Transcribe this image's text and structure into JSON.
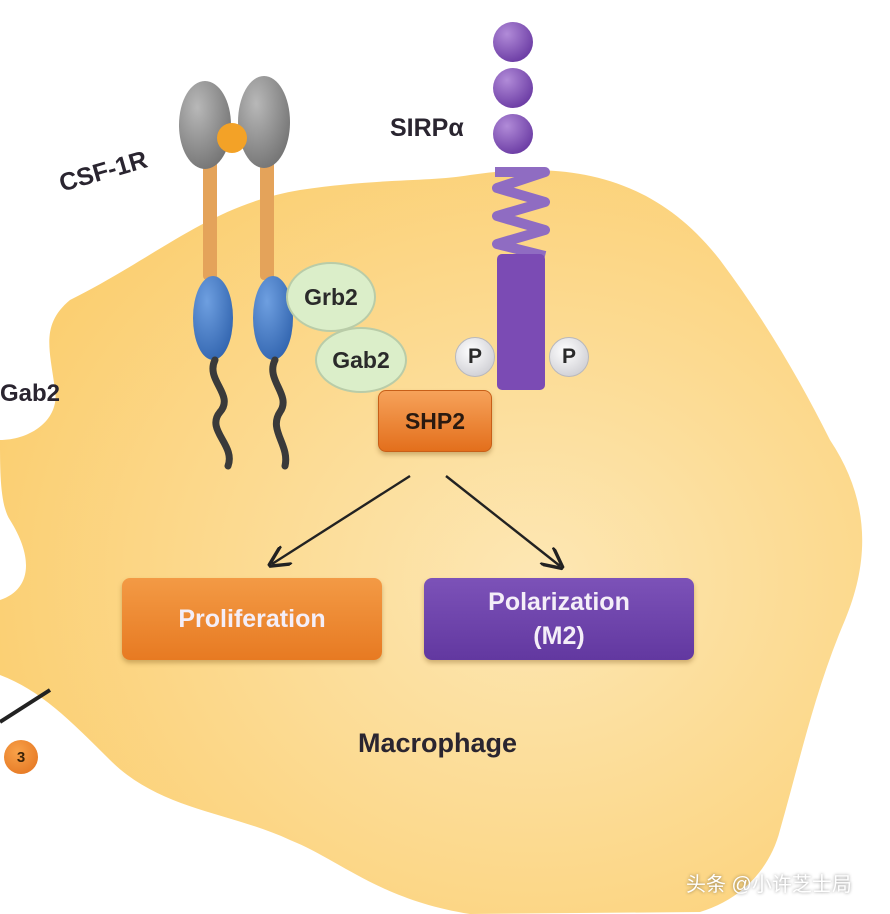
{
  "labels": {
    "csf1r": "CSF-1R",
    "sirpa": "SIRPα",
    "grb2": "Grb2",
    "gab2_oval": "Gab2",
    "gab2_outside": "Gab2",
    "p_left": "P",
    "p_right": "P",
    "shp2": "SHP2",
    "proliferation": "Proliferation",
    "polarization_line1": "Polarization",
    "polarization_line2": "(M2)",
    "macrophage": "Macrophage",
    "marker": "3",
    "watermark": "头条 @小许芝士局"
  },
  "colors": {
    "cell": "#fcd57e",
    "receptor_grey": "#8a8a8a",
    "ligand_orange": "#f3a227",
    "stalk_orange": "#e4a35a",
    "domain_blue": "#3f78c4",
    "tail_dark": "#3a3a3a",
    "adapter_green": "#dbeec9",
    "shp2_orange": "#f0872f",
    "proliferation_orange": "#ef8a33",
    "sirpa_purple": "#7b4bb4",
    "polarization_purple": "#6e43ac"
  }
}
